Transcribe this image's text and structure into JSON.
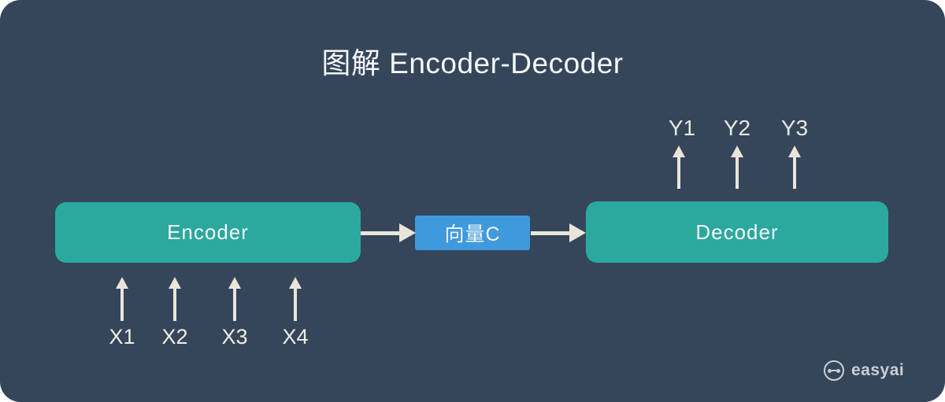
{
  "title": "图解 Encoder-Decoder",
  "diagram": {
    "encoder": {
      "label": "Encoder"
    },
    "vector_c": {
      "label": "向量C"
    },
    "decoder": {
      "label": "Decoder"
    },
    "inputs": [
      "X1",
      "X2",
      "X3",
      "X4"
    ],
    "outputs": [
      "Y1",
      "Y2",
      "Y3"
    ]
  },
  "branding": {
    "logo_text": "easyai"
  },
  "colors": {
    "background": "#35455A",
    "box_teal": "#2BA99E",
    "box_blue": "#3E9ADD",
    "arrow": "#EAE5DB",
    "text_light": "#F5F7F8",
    "label_cream": "#EFECE4",
    "logo_gray": "#C9CFD6"
  }
}
